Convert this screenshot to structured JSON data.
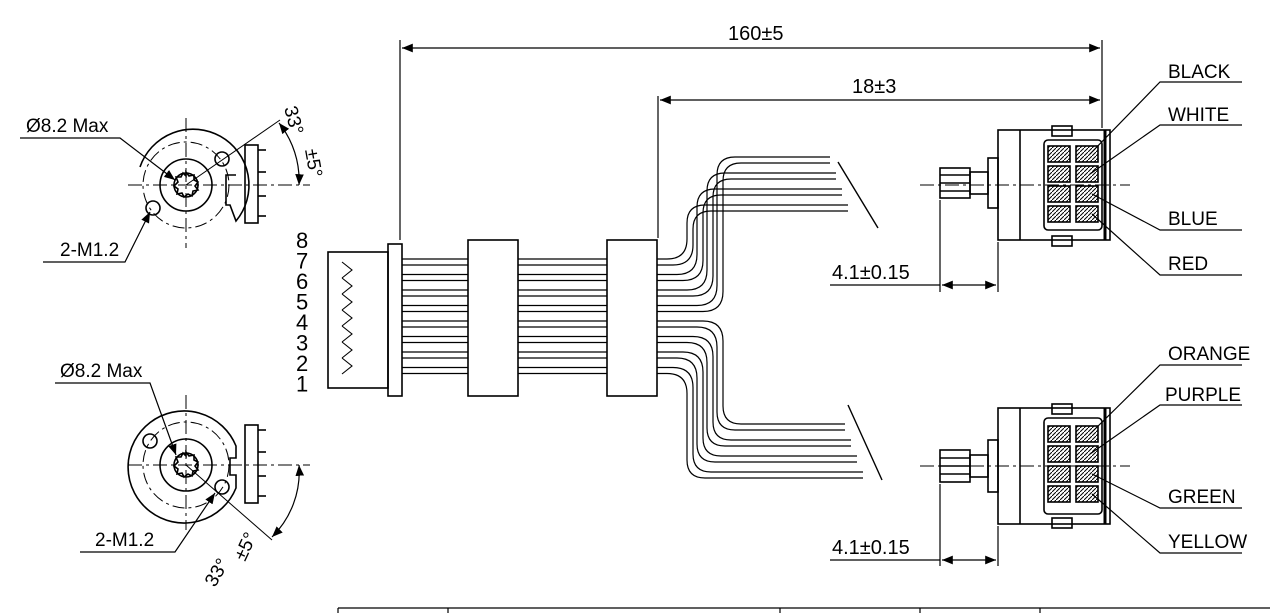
{
  "dimensions": {
    "overall_length": "160±5",
    "wire_strip": "18±3",
    "shaft_upper": "4.1±0.15",
    "shaft_lower": "4.1±0.15"
  },
  "front_view_upper": {
    "diameter": "Ø8.2 Max",
    "holes": "2-M1.2",
    "angle_deg": "33°",
    "angle_tol": "±5°"
  },
  "front_view_lower": {
    "diameter": "Ø8.2 Max",
    "holes": "2-M1.2",
    "angle_deg": "33°",
    "angle_tol": "±5°"
  },
  "connector": {
    "pin_numbers": [
      "8",
      "7",
      "6",
      "5",
      "4",
      "3",
      "2",
      "1"
    ]
  },
  "motor_upper": {
    "wires": [
      "BLACK",
      "WHITE",
      "BLUE",
      "RED"
    ]
  },
  "motor_lower": {
    "wires": [
      "ORANGE",
      "PURPLE",
      "GREEN",
      "YELLOW"
    ]
  }
}
